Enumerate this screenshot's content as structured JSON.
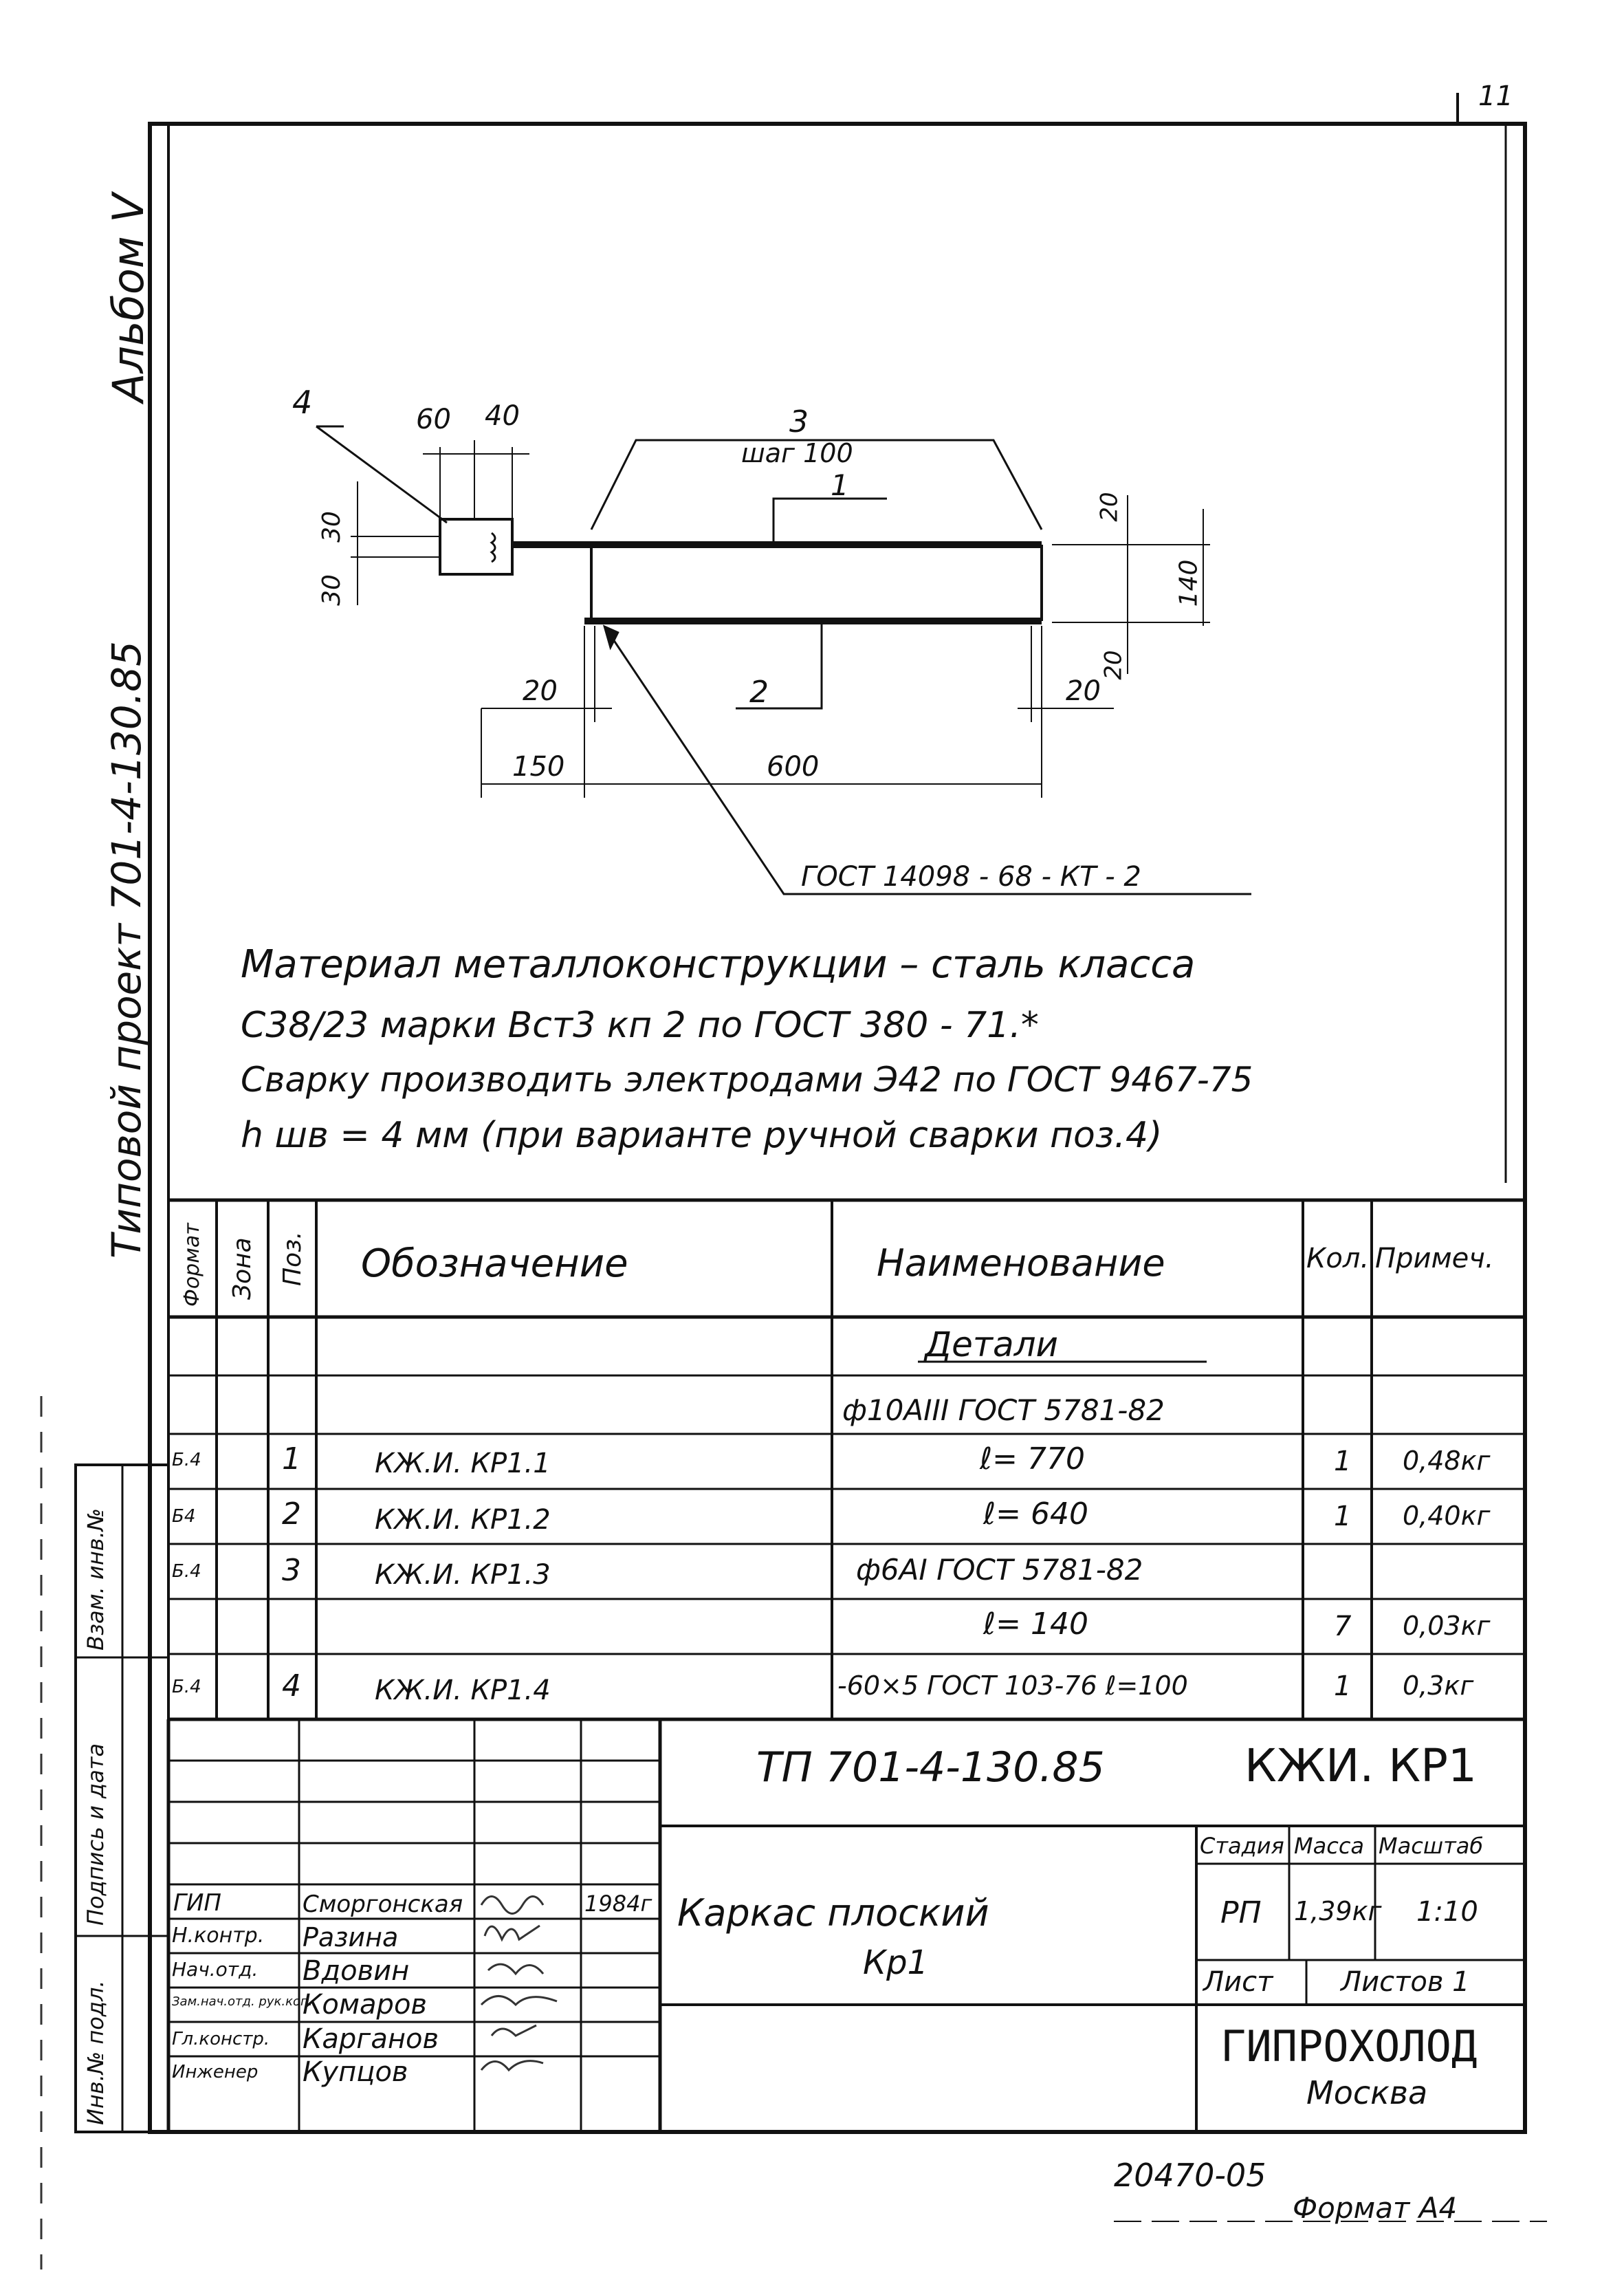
{
  "page_corner": "11",
  "margin_left": {
    "album": "Альбом V",
    "project": "Типовой проект 701-4-130.85"
  },
  "drawing": {
    "labels": {
      "p4": "4",
      "d60": "60",
      "d40": "40",
      "p3": "3",
      "step": "шаг 100",
      "p1": "1",
      "d30a": "30",
      "d30b": "30",
      "d20r": "20",
      "d140": "140",
      "d20rb": "20",
      "d20l": "20",
      "p2": "2",
      "d20br": "20",
      "d150": "150",
      "d600": "600",
      "gost": "ГОСТ 14098 - 68 - КТ - 2"
    }
  },
  "notes": [
    "Материал металлоконструкции – сталь класса",
    "С38/23 марки Вст3 кп 2 по ГОСТ 380 - 71.*",
    "Сварку производить электродами Э42 по ГОСТ 9467-75",
    "h шв = 4 мм (при варианте ручной сварки поз.4)"
  ],
  "spec": {
    "headers": {
      "format": "Формат",
      "zone": "Зона",
      "pos": "Поз.",
      "designation": "Обозначение",
      "name": "Наименование",
      "qty": "Кол.",
      "note": "Примеч."
    },
    "rows": [
      {
        "format": "",
        "pos": "",
        "designation": "",
        "name": "Детали",
        "qty": "",
        "note": ""
      },
      {
        "format": "",
        "pos": "",
        "designation": "",
        "name": "ф10АIII ГОСТ 5781-82",
        "qty": "",
        "note": ""
      },
      {
        "format": "Б.4",
        "pos": "1",
        "designation": "КЖ.И. КР1.1",
        "name": "ℓ= 770",
        "qty": "1",
        "note": "0,48кг"
      },
      {
        "format": "Б4",
        "pos": "2",
        "designation": "КЖ.И. КР1.2",
        "name": "ℓ= 640",
        "qty": "1",
        "note": "0,40кг"
      },
      {
        "format": "Б.4",
        "pos": "3",
        "designation": "КЖ.И. КР1.3",
        "name": "ф6АI ГОСТ 5781-82",
        "qty": "",
        "note": ""
      },
      {
        "format": "",
        "pos": "",
        "designation": "",
        "name": "ℓ= 140",
        "qty": "7",
        "note": "0,03кг"
      },
      {
        "format": "Б.4",
        "pos": "4",
        "designation": "КЖ.И. КР1.4",
        "name": "-60×5 ГОСТ 103-76 ℓ=100",
        "qty": "1",
        "note": "0,3кг"
      }
    ]
  },
  "title_block": {
    "project_code": "ТП 701-4-130.85",
    "drawing_code": "КЖИ. КР1",
    "title_line1": "Каркас плоский",
    "title_line2": "Кр1",
    "stage_label": "Стадия",
    "mass_label": "Масса",
    "scale_label": "Масштаб",
    "stage": "РП",
    "mass": "1,39кг",
    "scale": "1:10",
    "sheet_label": "Лист",
    "sheets_label": "Листов 1",
    "org": "ГИПРОХОЛОД",
    "city": "Москва",
    "year": "1984г",
    "staff": [
      {
        "role": "ГИП",
        "name": "Сморгонская"
      },
      {
        "role": "Н.контр.",
        "name": "Разина"
      },
      {
        "role": "Нач.отд.",
        "name": "Вдовин"
      },
      {
        "role": "Зам.нач.отд. рук.коп.",
        "name": "Комаров"
      },
      {
        "role": "Гл.констр.",
        "name": "Карганов"
      },
      {
        "role": "Инженер",
        "name": "Купцов"
      }
    ]
  },
  "side_stamp": {
    "inv": "Инв.№ подл.",
    "sign_date": "Подпись и дата",
    "vzam": "Взам. инв.№"
  },
  "footer": {
    "number": "20470-05",
    "format": "Формат А4"
  }
}
